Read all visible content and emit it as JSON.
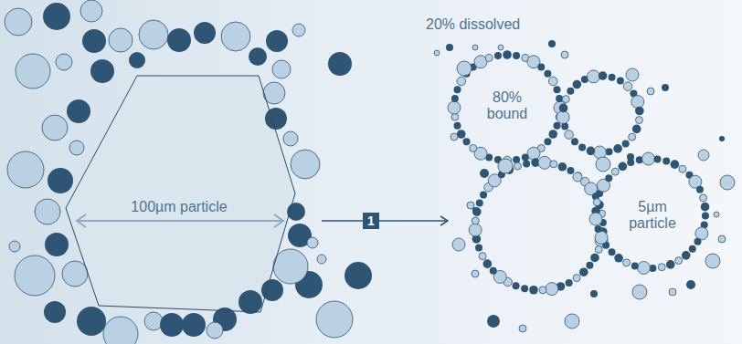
{
  "diagram": {
    "nodes": [
      {
        "text": [
          "100µm particle"
        ]
      },
      {
        "text": [
          "80% bound"
        ]
      },
      {
        "text": [
          "5µm particle"
        ]
      }
    ],
    "labels": [
      "1",
      "20% dissolved"
    ]
  }
}
